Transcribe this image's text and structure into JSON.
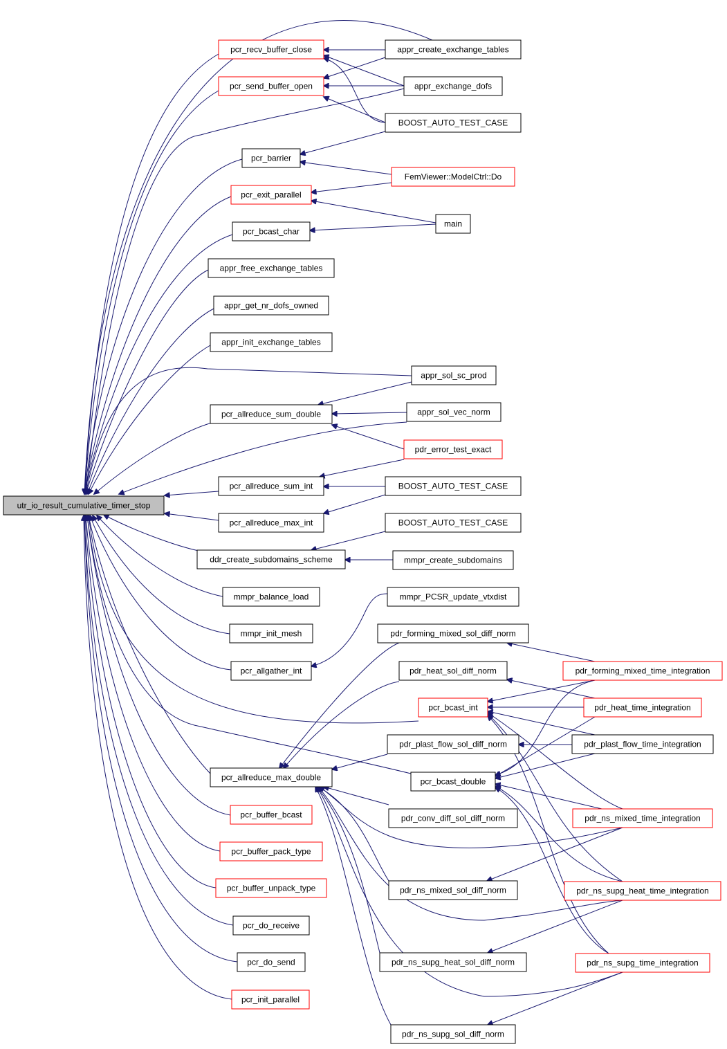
{
  "colors": {
    "edge": "#191970",
    "root_fill": "#bfbfbf",
    "root_border": "#000000",
    "normal_border": "#000000",
    "link_border": "#ff0000",
    "fill": "#ffffff"
  },
  "nodes": [
    {
      "id": "root",
      "label": "utr_io_result_cumulative_timer_stop",
      "style": "root"
    },
    {
      "id": "pcr_recv_buffer_close",
      "label": "pcr_recv_buffer_close",
      "style": "red"
    },
    {
      "id": "pcr_send_buffer_open",
      "label": "pcr_send_buffer_open",
      "style": "red"
    },
    {
      "id": "pcr_barrier",
      "label": "pcr_barrier",
      "style": "black"
    },
    {
      "id": "pcr_exit_parallel",
      "label": "pcr_exit_parallel",
      "style": "red"
    },
    {
      "id": "pcr_bcast_char",
      "label": "pcr_bcast_char",
      "style": "black"
    },
    {
      "id": "appr_free_exchange_tables",
      "label": "appr_free_exchange_tables",
      "style": "black"
    },
    {
      "id": "appr_get_nr_dofs_owned",
      "label": "appr_get_nr_dofs_owned",
      "style": "black"
    },
    {
      "id": "appr_init_exchange_tables",
      "label": "appr_init_exchange_tables",
      "style": "black"
    },
    {
      "id": "pcr_allreduce_sum_double",
      "label": "pcr_allreduce_sum_double",
      "style": "black"
    },
    {
      "id": "pcr_allreduce_sum_int",
      "label": "pcr_allreduce_sum_int",
      "style": "black"
    },
    {
      "id": "pcr_allreduce_max_int",
      "label": "pcr_allreduce_max_int",
      "style": "black"
    },
    {
      "id": "ddr_create_subdomains_scheme",
      "label": "ddr_create_subdomains_scheme",
      "style": "black"
    },
    {
      "id": "mmpr_balance_load",
      "label": "mmpr_balance_load",
      "style": "black"
    },
    {
      "id": "mmpr_init_mesh",
      "label": "mmpr_init_mesh",
      "style": "black"
    },
    {
      "id": "pcr_allgather_int",
      "label": "pcr_allgather_int",
      "style": "black"
    },
    {
      "id": "pcr_allreduce_max_double",
      "label": "pcr_allreduce_max_double",
      "style": "black"
    },
    {
      "id": "pcr_buffer_bcast",
      "label": "pcr_buffer_bcast",
      "style": "red"
    },
    {
      "id": "pcr_buffer_pack_type",
      "label": "pcr_buffer_pack_type",
      "style": "red"
    },
    {
      "id": "pcr_buffer_unpack_type",
      "label": "pcr_buffer_unpack_type",
      "style": "red"
    },
    {
      "id": "pcr_do_receive",
      "label": "pcr_do_receive",
      "style": "black"
    },
    {
      "id": "pcr_do_send",
      "label": "pcr_do_send",
      "style": "black"
    },
    {
      "id": "pcr_init_parallel",
      "label": "pcr_init_parallel",
      "style": "red"
    },
    {
      "id": "appr_create_exchange_tables",
      "label": "appr_create_exchange_tables",
      "style": "black"
    },
    {
      "id": "appr_exchange_dofs",
      "label": "appr_exchange_dofs",
      "style": "black"
    },
    {
      "id": "boost1",
      "label": "BOOST_AUTO_TEST_CASE",
      "style": "black"
    },
    {
      "id": "femviewer",
      "label": "FemViewer::ModelCtrl::Do",
      "style": "red"
    },
    {
      "id": "main",
      "label": "main",
      "style": "black"
    },
    {
      "id": "appr_sol_sc_prod",
      "label": "appr_sol_sc_prod",
      "style": "black"
    },
    {
      "id": "appr_sol_vec_norm",
      "label": "appr_sol_vec_norm",
      "style": "black"
    },
    {
      "id": "pdr_error_test_exact",
      "label": "pdr_error_test_exact",
      "style": "red"
    },
    {
      "id": "boost2",
      "label": "BOOST_AUTO_TEST_CASE",
      "style": "black"
    },
    {
      "id": "boost3",
      "label": "BOOST_AUTO_TEST_CASE",
      "style": "black"
    },
    {
      "id": "mmpr_create_subdomains",
      "label": "mmpr_create_subdomains",
      "style": "black"
    },
    {
      "id": "mmpr_pcsr",
      "label": "mmpr_PCSR_update_vtxdist",
      "style": "black"
    },
    {
      "id": "pdr_forming_mixed_sol_diff_norm",
      "label": "pdr_forming_mixed_sol_diff_norm",
      "style": "black"
    },
    {
      "id": "pdr_heat_sol_diff_norm",
      "label": "pdr_heat_sol_diff_norm",
      "style": "black"
    },
    {
      "id": "pcr_bcast_int",
      "label": "pcr_bcast_int",
      "style": "red"
    },
    {
      "id": "pdr_plast_flow_sol_diff_norm",
      "label": "pdr_plast_flow_sol_diff_norm",
      "style": "black"
    },
    {
      "id": "pcr_bcast_double",
      "label": "pcr_bcast_double",
      "style": "black"
    },
    {
      "id": "pdr_conv_diff_sol_diff_norm",
      "label": "pdr_conv_diff_sol_diff_norm",
      "style": "black"
    },
    {
      "id": "pdr_ns_mixed_sol_diff_norm",
      "label": "pdr_ns_mixed_sol_diff_norm",
      "style": "black"
    },
    {
      "id": "pdr_ns_supg_heat_sol_diff_norm",
      "label": "pdr_ns_supg_heat_sol_diff_norm",
      "style": "black"
    },
    {
      "id": "pdr_ns_supg_sol_diff_norm",
      "label": "pdr_ns_supg_sol_diff_norm",
      "style": "black"
    },
    {
      "id": "pdr_forming_mixed_time_integration",
      "label": "pdr_forming_mixed_time_integration",
      "style": "red"
    },
    {
      "id": "pdr_heat_time_integration",
      "label": "pdr_heat_time_integration",
      "style": "red"
    },
    {
      "id": "pdr_plast_flow_time_integration",
      "label": "pdr_plast_flow_time_integration",
      "style": "black"
    },
    {
      "id": "pdr_ns_mixed_time_integration",
      "label": "pdr_ns_mixed_time_integration",
      "style": "red"
    },
    {
      "id": "pdr_ns_supg_heat_time_integration",
      "label": "pdr_ns_supg_heat_time_integration",
      "style": "red"
    },
    {
      "id": "pdr_ns_supg_time_integration",
      "label": "pdr_ns_supg_time_integration",
      "style": "red"
    }
  ]
}
